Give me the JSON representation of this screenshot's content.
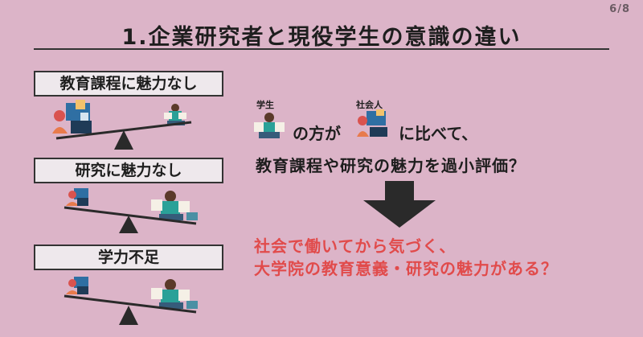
{
  "page_number": "6/8",
  "title": "1.企業研究者と現役学生の意識の違い",
  "left_panels": [
    {
      "label": "教育課程に魅力なし",
      "balance": "left-heavy"
    },
    {
      "label": "研究に魅力なし",
      "balance": "right-heavy"
    },
    {
      "label": "学力不足",
      "balance": "right-heavy"
    }
  ],
  "comparison": {
    "student_label": "学生",
    "worker_label": "社会人",
    "text_1": "の方が",
    "text_2": "に比べて、",
    "line_2": "教育課程や研究の魅力を過小評価？"
  },
  "conclusion": {
    "line_1": "社会で働いてから気づく、",
    "line_2": "大学院の教育意義・研究の魅力がある？"
  },
  "colors": {
    "background": "#dcb4c8",
    "accent_red": "#e14b4b",
    "arrow": "#2a2a2a"
  },
  "icons": [
    "worker-at-laptop-icon",
    "student-reading-icon",
    "seesaw-icon",
    "down-arrow-icon"
  ]
}
